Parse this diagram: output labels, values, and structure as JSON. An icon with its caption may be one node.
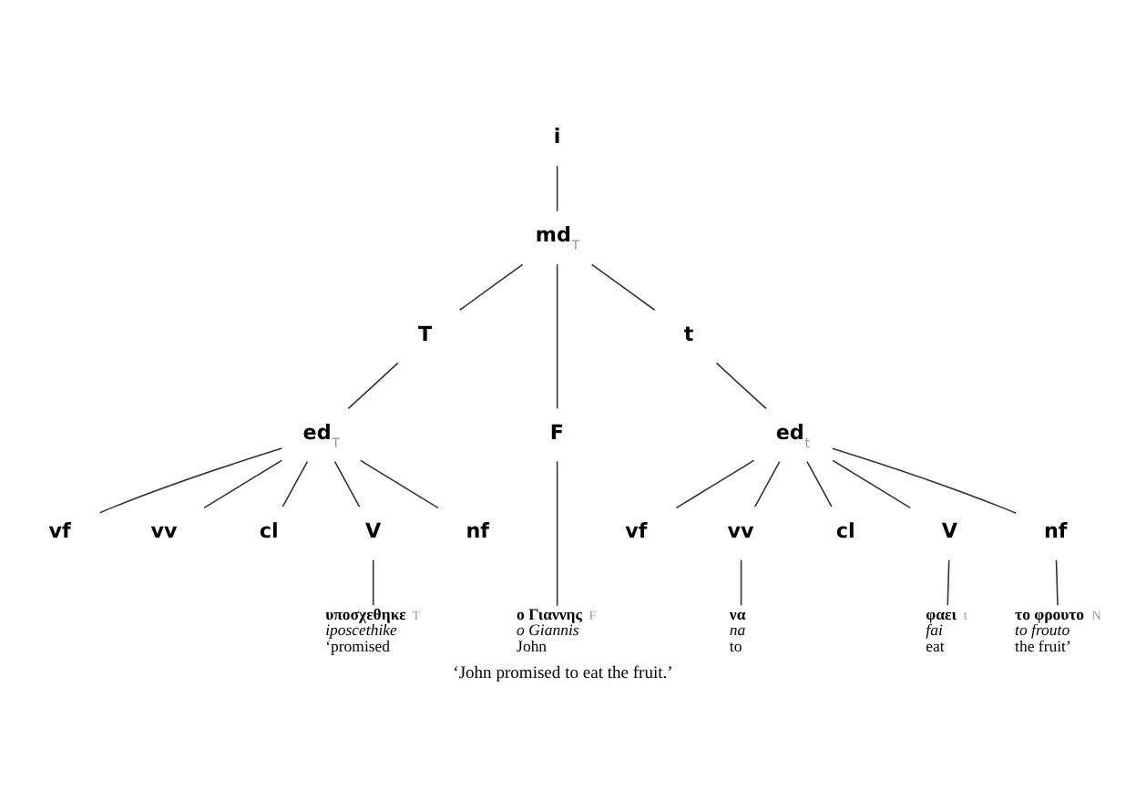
{
  "diagram": {
    "caption": "‘John promised to eat the fruit.’",
    "nodes": [
      {
        "text": [
          "i"
        ]
      },
      {
        "text": [
          "md"
        ],
        "beside": [
          "T"
        ]
      },
      {
        "text": [
          "T"
        ]
      },
      {
        "text": [
          "F"
        ]
      },
      {
        "text": [
          "t"
        ]
      },
      {
        "text": [
          "ed"
        ],
        "beside": [
          "T"
        ]
      },
      {
        "text": [
          "vf"
        ]
      },
      {
        "text": [
          "vv"
        ]
      },
      {
        "text": [
          "cl"
        ]
      },
      {
        "text": [
          "V"
        ]
      },
      {
        "text": [
          "nf"
        ]
      },
      {
        "text": [
          "ed"
        ],
        "beside": [
          "t"
        ]
      },
      {
        "text": [
          "vf"
        ]
      },
      {
        "text": [
          "vv"
        ]
      },
      {
        "text": [
          "cl"
        ]
      },
      {
        "text": [
          "V"
        ]
      },
      {
        "text": [
          "nf"
        ]
      },
      {
        "text": [
          "υποσχεθηκε",
          "iposcethike",
          "‘promised"
        ],
        "beside": [
          "T"
        ]
      },
      {
        "text": [
          "ο Γιαννης",
          "o Giannis",
          "John"
        ],
        "beside": [
          "F"
        ]
      },
      {
        "text": [
          "να",
          "na",
          "to"
        ]
      },
      {
        "text": [
          "φαει",
          "fai",
          "eat"
        ],
        "beside": [
          "t"
        ]
      },
      {
        "text": [
          "το φρουτο",
          "to frouto",
          "the fruit’"
        ],
        "beside": [
          "N"
        ]
      }
    ],
    "edges": [
      {
        "from": 0,
        "to": 1,
        "arrow": "none"
      },
      {
        "from": 1,
        "to": 2,
        "arrow": "none"
      },
      {
        "from": 1,
        "to": 3,
        "arrow": "none"
      },
      {
        "from": 1,
        "to": 4,
        "arrow": "none"
      },
      {
        "from": 2,
        "to": 5,
        "arrow": "none"
      },
      {
        "from": 4,
        "to": 11,
        "arrow": "none"
      },
      {
        "from": 5,
        "to": 6,
        "arrow": "none"
      },
      {
        "from": 5,
        "to": 7,
        "arrow": "none"
      },
      {
        "from": 5,
        "to": 8,
        "arrow": "none"
      },
      {
        "from": 5,
        "to": 9,
        "arrow": "none"
      },
      {
        "from": 5,
        "to": 10,
        "arrow": "none"
      },
      {
        "from": 11,
        "to": 12,
        "arrow": "none"
      },
      {
        "from": 11,
        "to": 13,
        "arrow": "none"
      },
      {
        "from": 11,
        "to": 14,
        "arrow": "none"
      },
      {
        "from": 11,
        "to": 15,
        "arrow": "none"
      },
      {
        "from": 11,
        "to": 16,
        "arrow": "none"
      },
      {
        "from": 9,
        "to": 17,
        "arrow": "none"
      },
      {
        "from": 3,
        "to": 18,
        "arrow": "none"
      },
      {
        "from": 13,
        "to": 19,
        "arrow": "none"
      },
      {
        "from": 15,
        "to": 20,
        "arrow": "none"
      },
      {
        "from": 16,
        "to": 21,
        "arrow": "none"
      }
    ]
  }
}
